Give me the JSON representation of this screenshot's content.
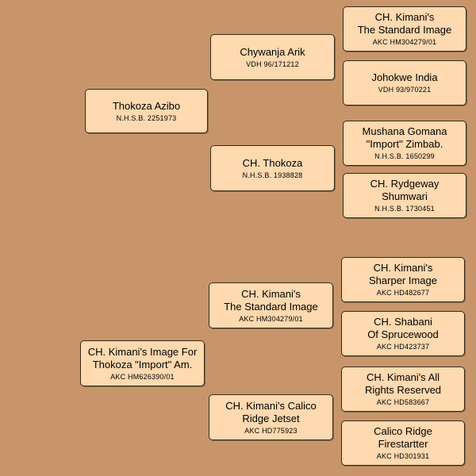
{
  "pedigree": {
    "sire": {
      "name": "Thokoza Azibo",
      "reg": "N.H.S.B. 2251973",
      "sire": {
        "name": "Chywanja Arik",
        "reg": "VDH 96/171212",
        "sire": {
          "name": "CH. Kimani's\nThe Standard Image",
          "reg": "AKC HM304279/01"
        },
        "dam": {
          "name": "Johokwe India",
          "reg": "VDH 93/970221"
        }
      },
      "dam": {
        "name": "CH. Thokoza",
        "reg": "N.H.S.B. 1938828",
        "sire": {
          "name": "Mushana Gomana\n\"Import\" Zimbab.",
          "reg": "N.H.S.B. 1650299"
        },
        "dam": {
          "name": "CH. Rydgeway\nShumwari",
          "reg": "N.H.S.B. 1730451"
        }
      }
    },
    "dam": {
      "name": "CH. Kimani's Image For\nThokoza \"Import\" Am.",
      "reg": "AKC HM626390/01",
      "sire": {
        "name": "CH. Kimani's\nThe Standard Image",
        "reg": "AKC HM304279/01",
        "sire": {
          "name": "CH. Kimani's\nSharper Image",
          "reg": "AKC HD482677"
        },
        "dam": {
          "name": "CH. Shabani\nOf Sprucewood",
          "reg": "AKC HD423737"
        }
      },
      "dam": {
        "name": "CH. Kimani's Calico\nRidge Jetset",
        "reg": "AKC HD775923",
        "sire": {
          "name": "CH. Kimani's All\nRights Reserved",
          "reg": "AKC HD583667"
        },
        "dam": {
          "name": "Calico Ridge\nFirestartter",
          "reg": "AKC HD301931"
        }
      }
    }
  }
}
